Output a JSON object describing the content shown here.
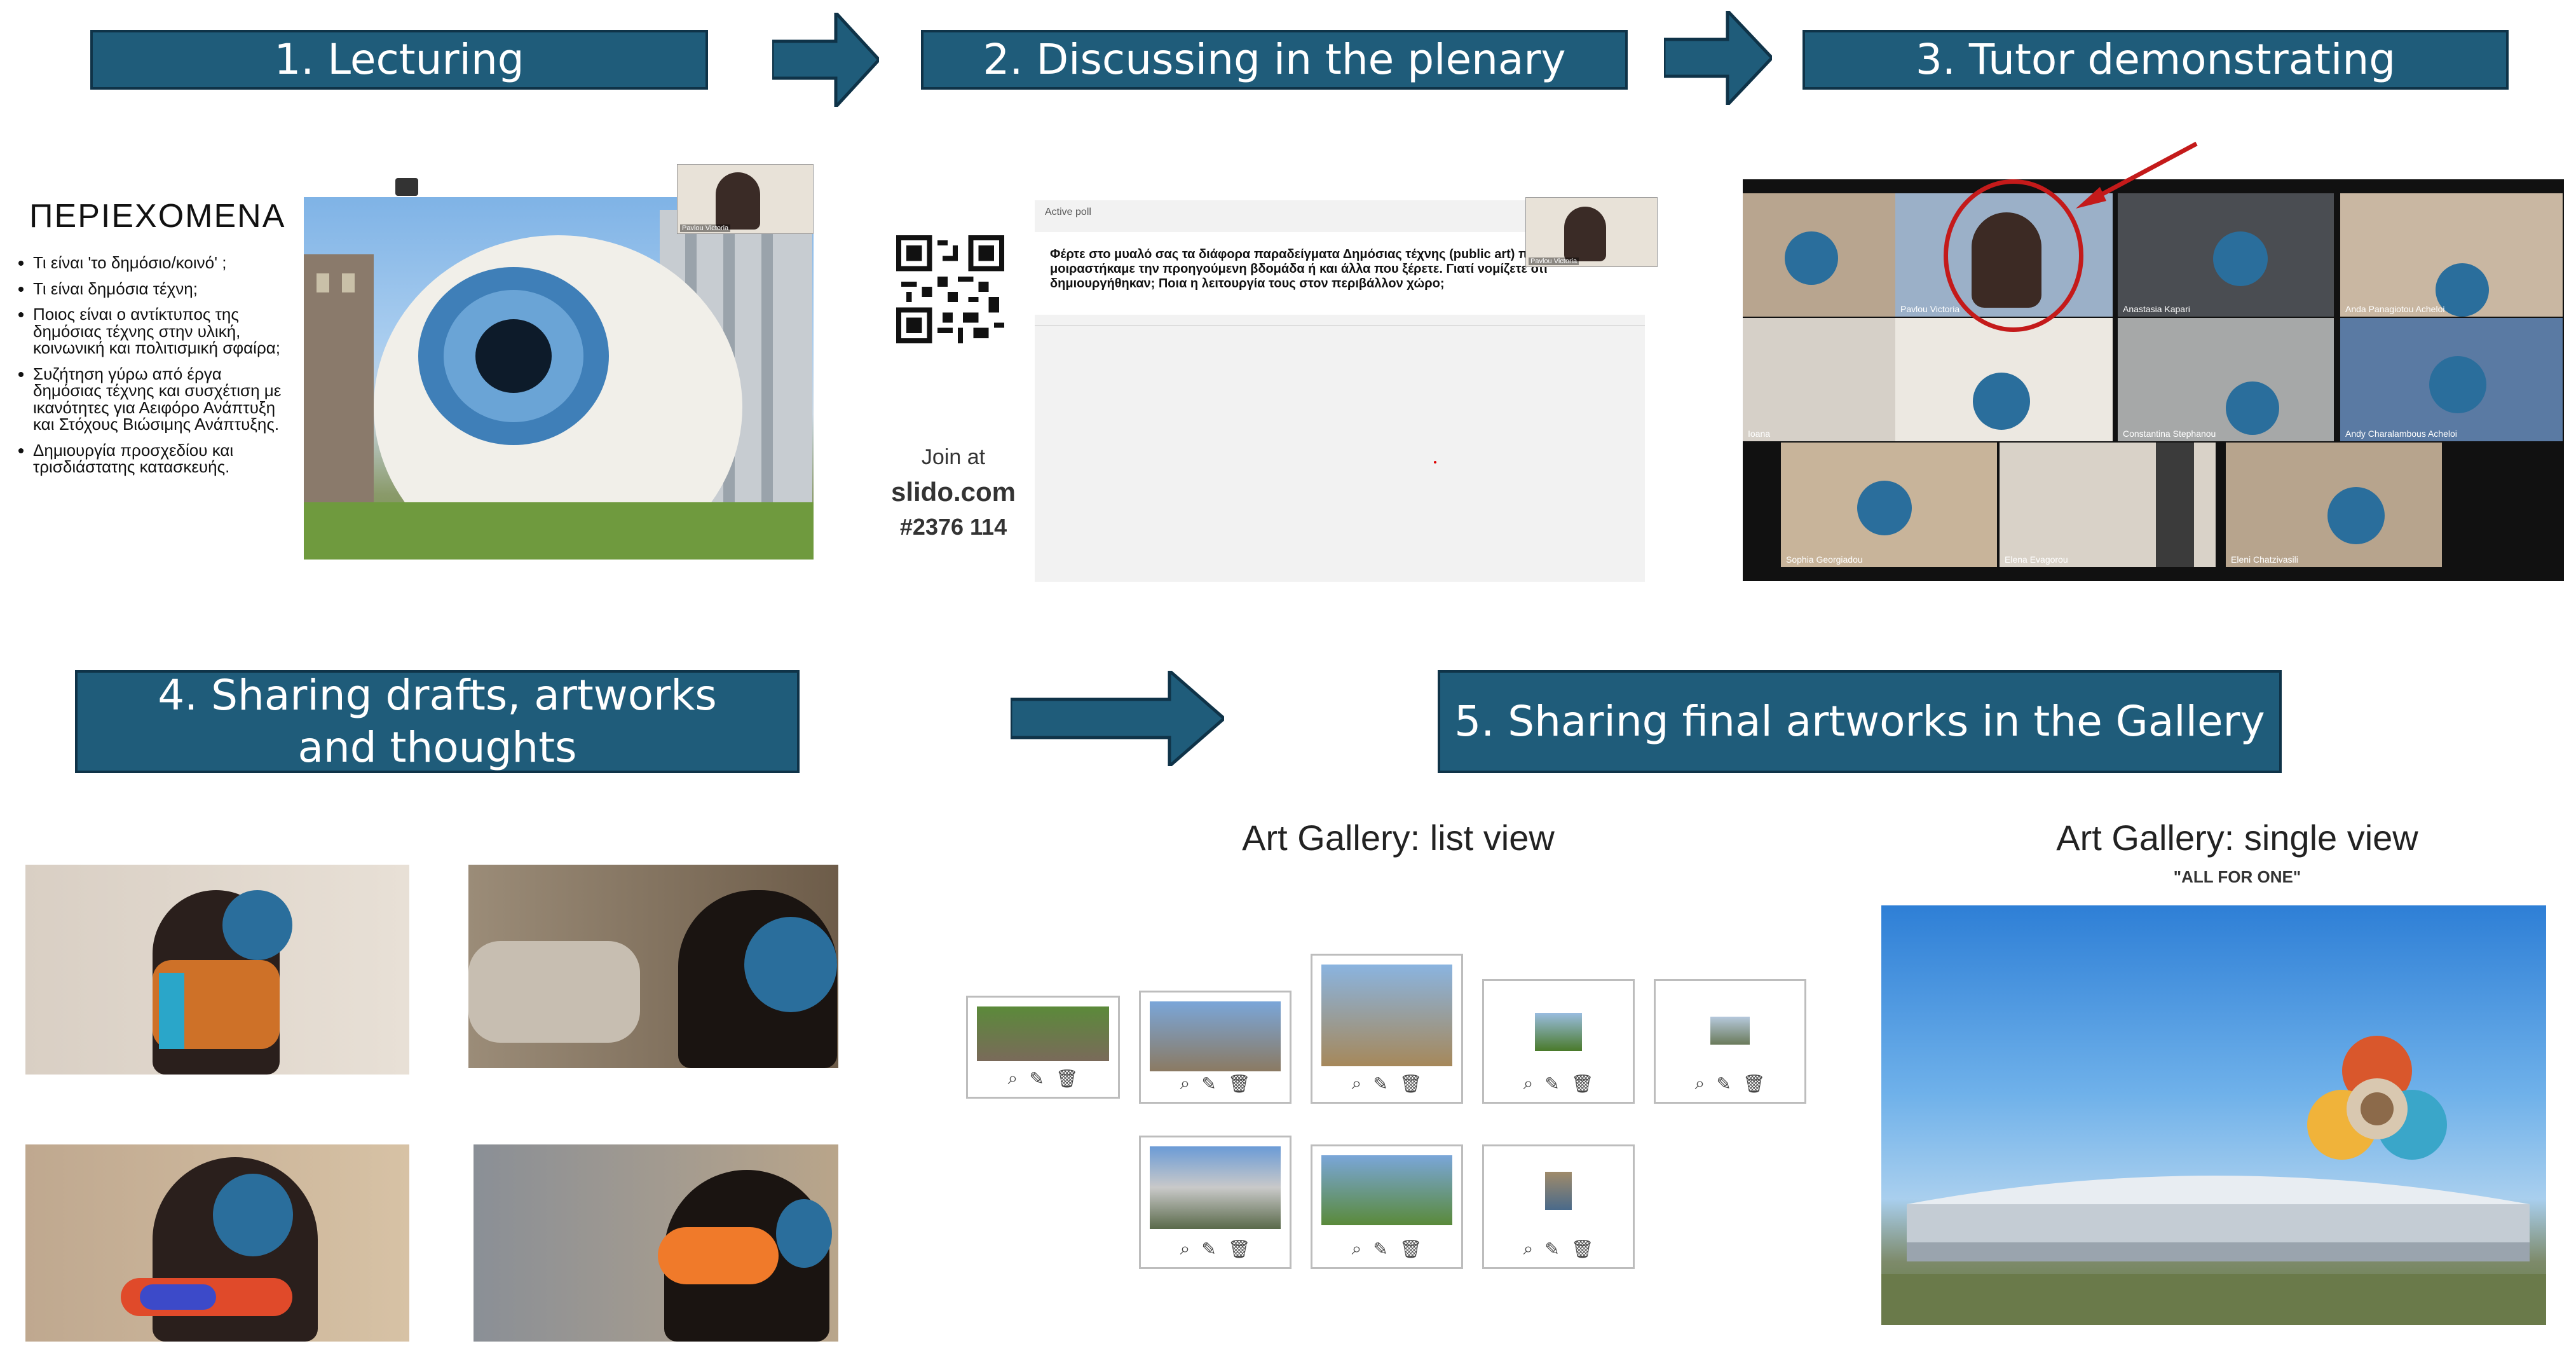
{
  "steps": {
    "s1": "1. Lecturing",
    "s2": "2. Discussing in the plenary",
    "s3": "3. Tutor demonstrating",
    "s4": "4. Sharing drafts, artworks and thoughts",
    "s5": "5. Sharing final artworks in the Gallery"
  },
  "lecture": {
    "heading": "ΠΕΡΙΕΧΟΜΕΝΑ",
    "bullets": [
      "Τι είναι 'το δημόσιο/κοινό' ;",
      "Τι είναι δημόσια τέχνη;",
      "Ποιος είναι ο αντίκτυπος της δημόσιας τέχνης στην υλική, κοινωνική και πολιτισμική σφαίρα;",
      "Συζήτηση γύρω από έργα δημόσιας τέχνης και συσχέτιση με ικανότητες για Αειφόρο Ανάπτυξη και Στόχους Βιώσιμης Ανάπτυξης.",
      "Δημιουργία προσχεδίου και τρισδιάστατης κατασκευής."
    ],
    "presenter_label": "Pavlou Victoria"
  },
  "slido": {
    "join": "Join at",
    "site": "slido.com",
    "code": "#2376 114",
    "poll_label": "Active poll",
    "question": "Φέρτε στο μυαλό σας τα διάφορα παραδείγματα Δημόσιας τέχνης (public art) που μοιραστήκαμε την προηγούμενη βδομάδα ή και άλλα που ξέρετε. Γιατί νομίζετε ότι δημιουργήθηκαν; Ποια η λειτουργία τους στον περιβάλλον χώρο;",
    "presenter_label": "Pavlou Victoria"
  },
  "zoom_names": [
    "",
    "Pavlou Victoria",
    "Anastasia Kapari",
    "Anda Panagiotou Acheloi",
    "Ioana",
    "",
    "Constantina Stephanou",
    "Andy Charalambous Acheloi",
    "Sophia Georgiadou",
    "Elena Evagorou",
    "",
    "Eleni Chatzivasili"
  ],
  "gallery": {
    "list_title": "Art Gallery: list view",
    "single_title": "Art Gallery: single view",
    "single_caption": "\"ALL FOR ONE\""
  },
  "colors": {
    "banner": "#1f5c7a",
    "banner_border": "#0f3348",
    "annotation": "#c41a1a",
    "face_blur": "#2a6e9c"
  }
}
